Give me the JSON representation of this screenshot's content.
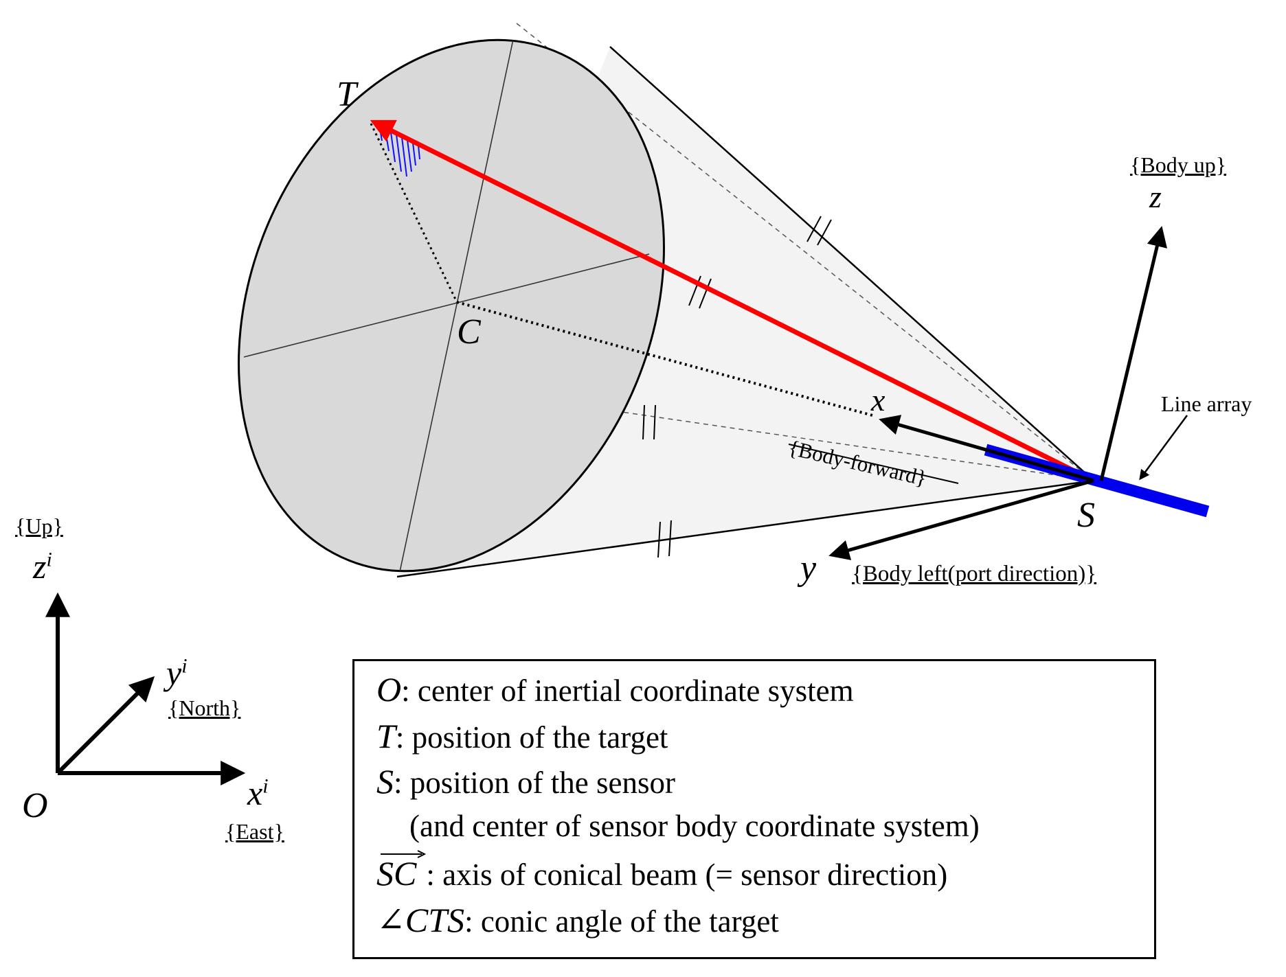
{
  "labels": {
    "T": "T",
    "C": "C",
    "S": "S",
    "x": "x",
    "y": "y",
    "z": "z",
    "body_up": "{Body up}",
    "body_forward": "{Body-forward}",
    "body_left": "{Body left(port direction)}",
    "line_array": "Line array"
  },
  "inertial": {
    "origin": "O",
    "x_axis": "x",
    "y_axis": "y",
    "z_axis": "z",
    "superscript": "i",
    "up": "{Up}",
    "north": "{North}",
    "east": "{East}"
  },
  "legend": {
    "items": [
      {
        "symbol": "O",
        "text": ": center of inertial coordinate system"
      },
      {
        "symbol": "T",
        "text": ": position of the target"
      },
      {
        "symbol": "S",
        "text": ": position of the sensor"
      },
      {
        "symbol": "",
        "text": "(and center of sensor body coordinate system)"
      },
      {
        "symbol": "SC",
        "text": ": axis of conical beam (= sensor direction)"
      },
      {
        "symbol": "∠CTS",
        "text": ": conic angle of the target"
      }
    ]
  },
  "colors": {
    "target_vector": "#ff0000",
    "line_array": "#0000ee",
    "angle_hatch": "#1010ff",
    "cone_face": "#d9d9d9",
    "cone_side": "#f3f3f3"
  }
}
